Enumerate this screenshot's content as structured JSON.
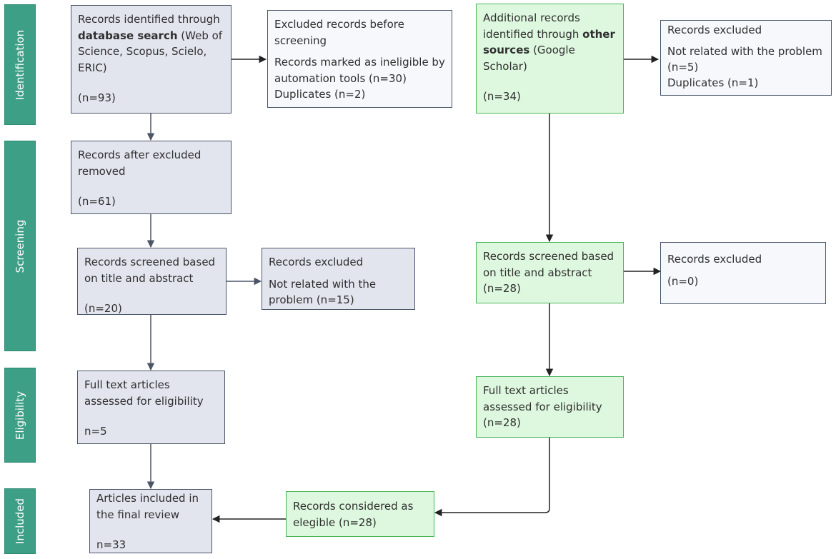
{
  "stages": {
    "identification": "Identification",
    "screening": "Screening",
    "eligibility": "Eligibility",
    "included": "Included"
  },
  "boxes": {
    "db_search": {
      "l1": "Records identified through",
      "l2_bold": "database search",
      "l2_rest": " (Web of",
      "l3": "Science, Scopus, Scielo,",
      "l4": "ERIC)",
      "count": "(n=93)"
    },
    "excluded_before": {
      "l1": "Excluded records before",
      "l2": "screening",
      "l3": "Records marked as ineligible by",
      "l4": "automation tools (n=30)",
      "l5": "Duplicates (n=2)"
    },
    "after_removed": {
      "l1": "Records after excluded",
      "l2": "removed",
      "count": "(n=61)"
    },
    "screened_left": {
      "l1": "Records screened based",
      "l2": "on title and abstract",
      "count": "(n=20)"
    },
    "excluded_left": {
      "l1": "Records excluded",
      "l2": "Not related with the",
      "l3": "problem (n=15)"
    },
    "fulltext_left": {
      "l1": "Full text articles",
      "l2": "assessed for eligibility",
      "count": "n=5"
    },
    "included_final": {
      "l1": "Articles included in",
      "l2": "the final review",
      "count": "n=33"
    },
    "other_sources": {
      "l1": "Additional records",
      "l2_a": "identified through ",
      "l2_bold": "other",
      "l3_bold": "sources",
      "l3_rest": " (Google",
      "l4": "Scholar)",
      "count": "(n=34)"
    },
    "excluded_right_top": {
      "l1": "Records excluded",
      "l2": "Not related with the problem",
      "l3": "(n=5)",
      "l4": "Duplicates (n=1)"
    },
    "screened_right": {
      "l1": "Records screened based",
      "l2": "on title and abstract",
      "count": "(n=28)"
    },
    "excluded_right_mid": {
      "l1": "Records excluded",
      "count": "(n=0)"
    },
    "fulltext_right": {
      "l1": "Full text articles",
      "l2": "assessed for eligibility",
      "count": "(n=28)"
    },
    "eligible": {
      "l1": "Records considered as",
      "l2": "elegible (n=28)"
    }
  }
}
